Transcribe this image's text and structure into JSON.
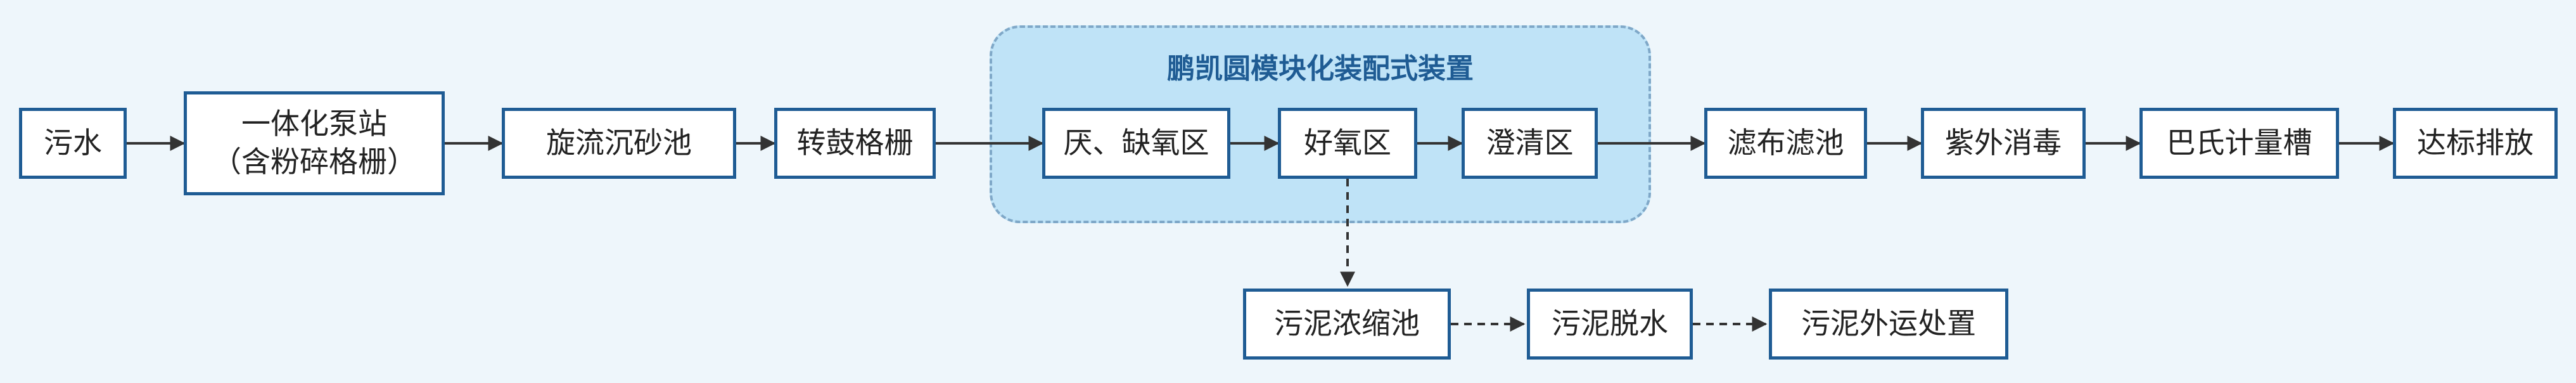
{
  "module_title": "鹏凯圆模块化装配式装置",
  "nodes": {
    "sewage": "污水",
    "pump_line1": "一体化泵站",
    "pump_line2": "（含粉碎格栅）",
    "grit": "旋流沉砂池",
    "drum_screen": "转鼓格栅",
    "anaerobic": "厌、缺氧区",
    "aerobic": "好氧区",
    "clarifier": "澄清区",
    "cloth_filter": "滤布滤池",
    "uv": "紫外消毒",
    "parshall": "巴氏计量槽",
    "discharge": "达标排放",
    "thickener": "污泥浓缩池",
    "dewatering": "污泥脱水",
    "disposal": "污泥外运处置"
  },
  "colors": {
    "box_border": "#1f5c94",
    "box_fill": "#ffffff",
    "module_fill": "#bfe3f7",
    "module_border": "#7fa8c8",
    "title": "#1f5c94",
    "arrow": "#333333",
    "background": "#eef6fb"
  }
}
